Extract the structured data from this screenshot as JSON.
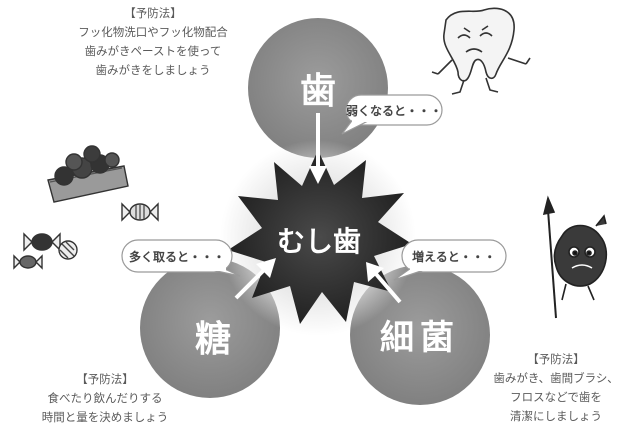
{
  "nodes": {
    "tooth": "歯",
    "sugar": "糖",
    "bacteria": "細菌",
    "center": "むし歯"
  },
  "bubbles": {
    "tooth": "弱くなると・・・",
    "sugar": "多く取ると・・・",
    "bacteria": "増えると・・・"
  },
  "notes": {
    "tooth": [
      "【予防法】",
      "フッ化物洗口やフッ化物配合",
      "歯みがきペーストを使って",
      "歯みがきをしましょう"
    ],
    "sugar": [
      "【予防法】",
      "食べたり飲んだりする",
      "時間と量を決めましょう"
    ],
    "bacteria": [
      "【予防法】",
      "歯みがき、歯間ブラシ、",
      "フロスなどで歯を",
      "清潔にしましょう"
    ]
  },
  "colors": {
    "circle": "#8a8a8a",
    "star": "#2f2f2f",
    "bubble_stroke": "#9a9a9a"
  }
}
